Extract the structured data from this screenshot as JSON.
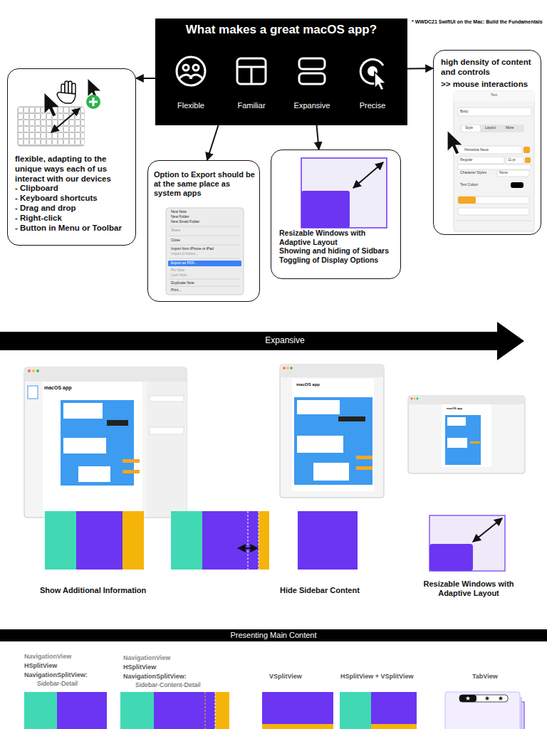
{
  "diagram": {
    "nodes": [
      {
        "text": [
          "What makes a great macOS app?",
          "Flexible",
          "Familiar",
          "Expansive",
          "Precise"
        ]
      },
      {
        "text": [
          "flexible, adapting to the unique ways each of us interact with our devices",
          "- Clipboard",
          "- Keyboard shortcuts",
          "- Drag and drop",
          "- Right-click",
          "- Button in Menu or Toolbar"
        ]
      },
      {
        "text": [
          "Option to Export should be at the same place as system apps"
        ]
      },
      {
        "text": [
          "Resizable Windows with Adaptive Layout",
          "Showing and hiding of Sidbars",
          "Toggling of Display Options"
        ]
      },
      {
        "text": [
          "high density of content and controls",
          ">> mouse interactions"
        ]
      },
      {
        "text": [
          "Expansive"
        ]
      },
      {
        "text": [
          "Presenting Main Content"
        ]
      }
    ],
    "edges": [
      {
        "from": 0,
        "to": 1,
        "arrow": "to"
      },
      {
        "from": 0,
        "to": 2,
        "arrow": "to"
      },
      {
        "from": 0,
        "to": 3,
        "arrow": "to"
      },
      {
        "from": 0,
        "to": 4,
        "arrow": "to"
      }
    ],
    "labels": [
      "* WWDC21 SwiftUI on the Mac: Build the Fundamentals",
      "New Note",
      "New Folder",
      "New Smart Folder",
      "Share",
      "Close",
      "Import from iPhone or iPad",
      "Import to Notes...",
      "Export as PDF...",
      "Pin Note",
      "Lock Note",
      "Duplicate Note",
      "Print...",
      "Text",
      "Body",
      "Style",
      "Layout",
      "More",
      "Helvetica Neue",
      "Regular",
      "11 pt",
      "Character Styles",
      "None",
      "Text Colour",
      "macOS app",
      "macOS app",
      "macOS app",
      "Show Additional Information",
      "Hide Sidebar Content",
      "Resizable Windows with Adaptive Layout",
      "NavigationView",
      "HSplitView",
      "NavigationSplitView:",
      "Sidebar-Detail",
      "NavigationView",
      "HSplitView",
      "NavigationSplitView:",
      "Sidebar-Content-Detail",
      "VSplitView",
      "HSplitView + VSplitView",
      "TabView"
    ]
  }
}
